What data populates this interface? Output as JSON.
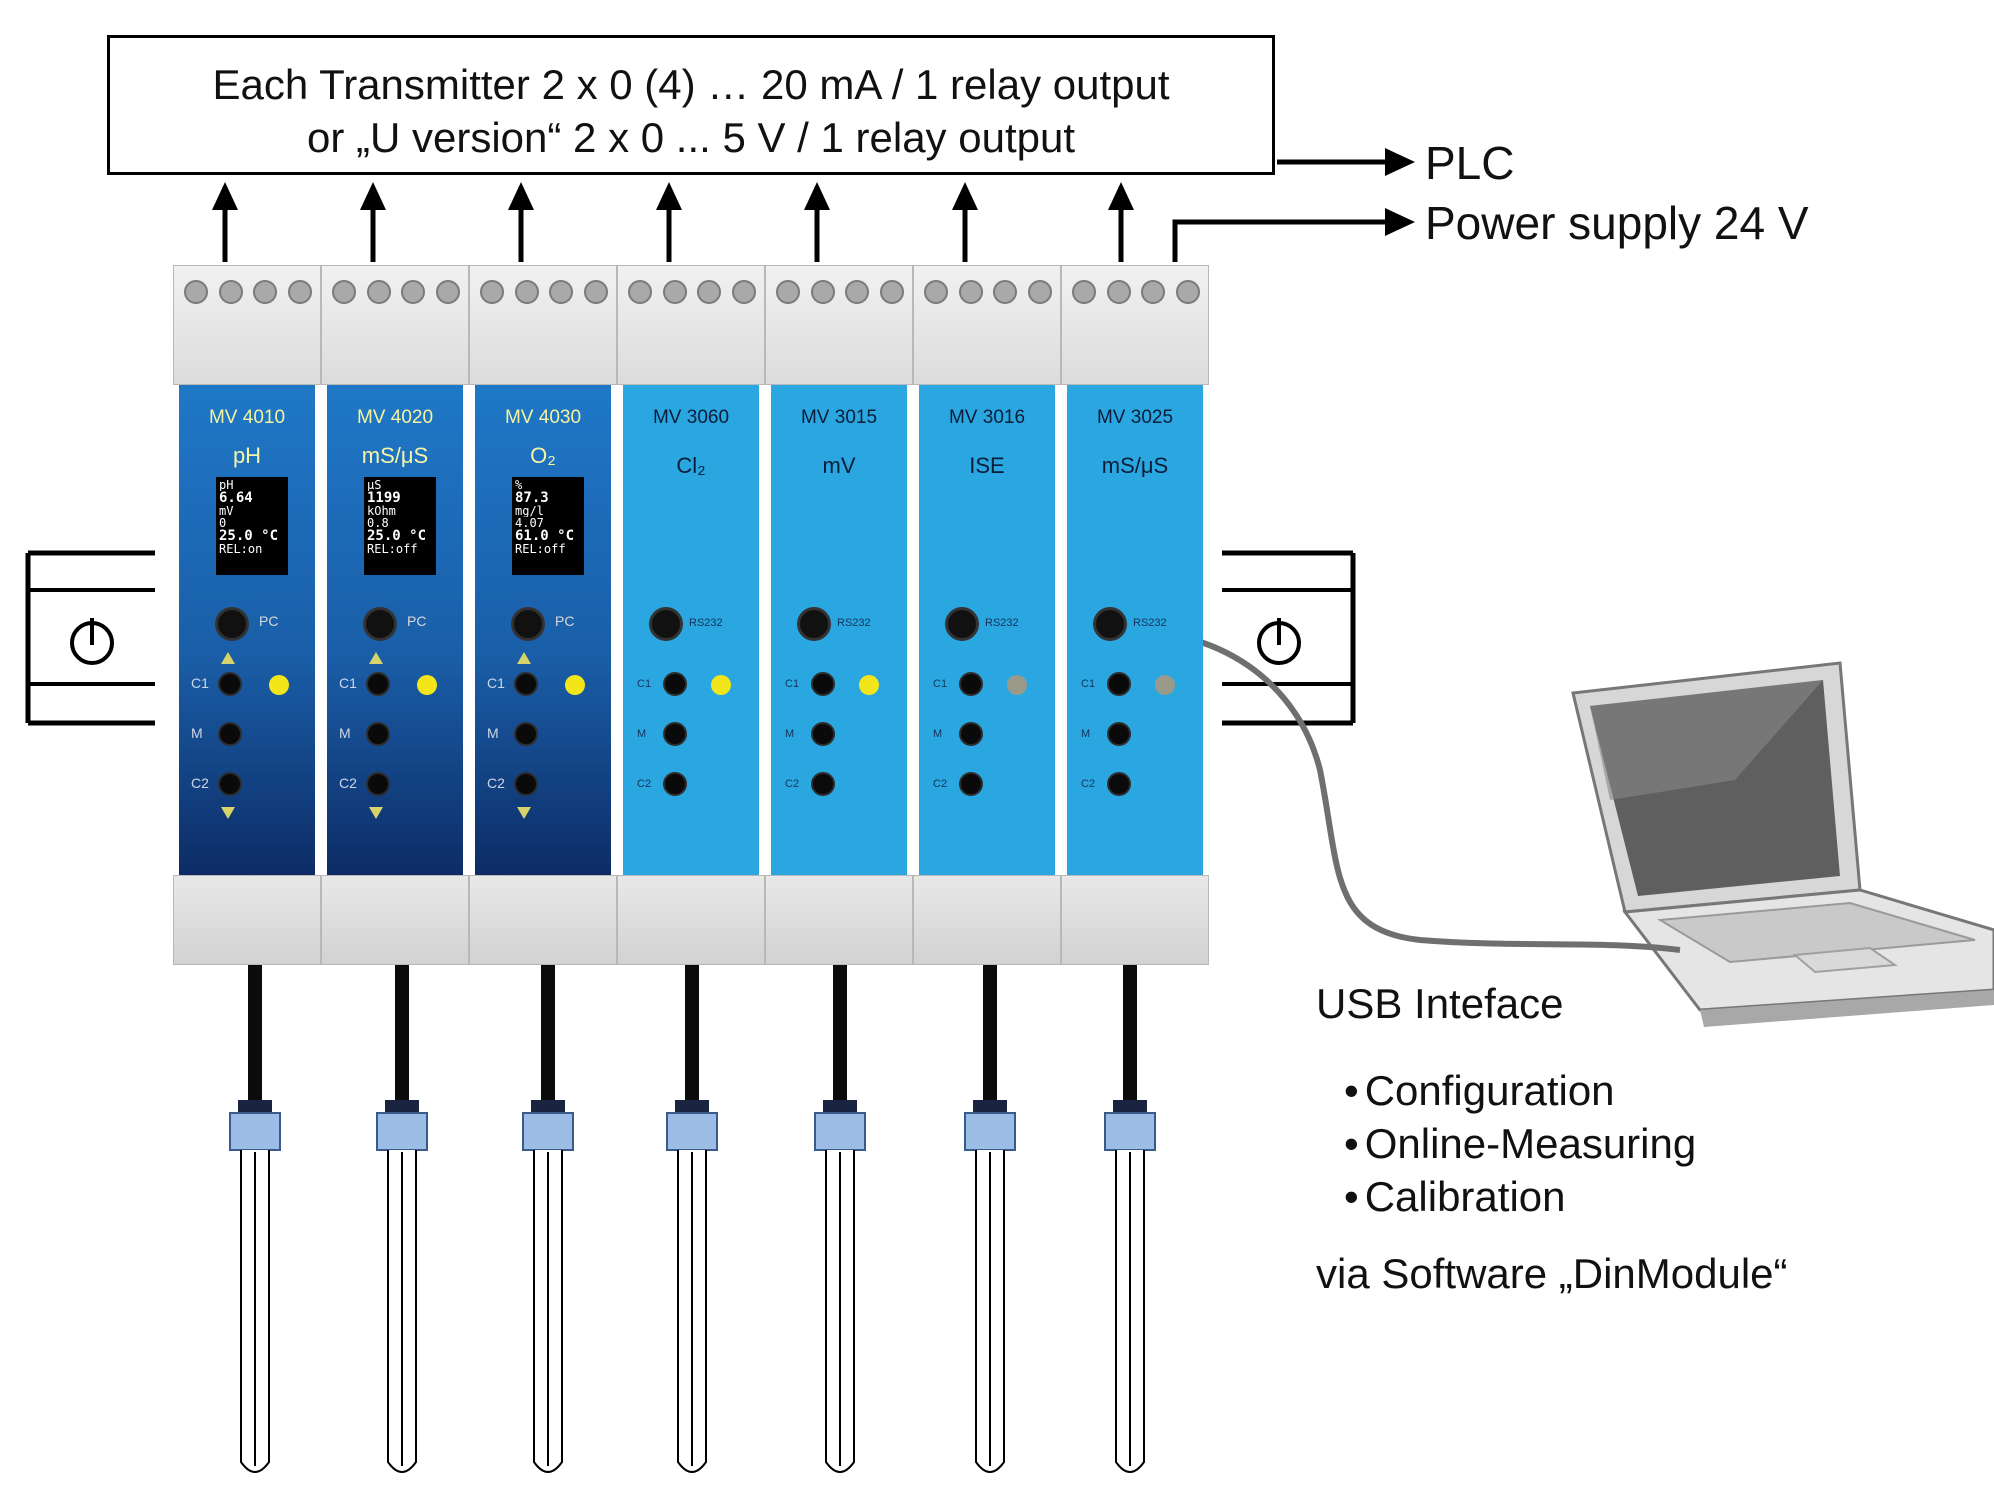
{
  "header": {
    "line1": "Each Transmitter 2 x 0 (4) … 20 mA / 1 relay output",
    "line2": "or „U version“ 2 x 0 ... 5 V / 1 relay output"
  },
  "outputs": {
    "plc": "PLC",
    "power": "Power supply 24 V"
  },
  "usb": {
    "title": "USB Inteface",
    "features": [
      "Configuration",
      "Online-Measuring",
      "Calibration"
    ],
    "software": "via Software „DinModule“"
  },
  "modules": [
    {
      "model": "MV 4010",
      "unit": "pH",
      "style": "dark",
      "pc_label": "PC",
      "screen": [
        "pH",
        "6.64",
        "mV",
        "0",
        "25.0 °C",
        "REL:on"
      ],
      "led": "#f2e61b"
    },
    {
      "model": "MV 4020",
      "unit": "mS/μS",
      "style": "dark",
      "pc_label": "PC",
      "screen": [
        "μS",
        "1199",
        "kOhm",
        "0.8",
        "25.0 °C",
        "REL:off"
      ],
      "led": "#f2e61b"
    },
    {
      "model": "MV 4030",
      "unit": "O₂",
      "style": "dark",
      "pc_label": "PC",
      "screen": [
        "%",
        "87.3",
        "mg/l",
        "4.07",
        "61.0 °C",
        "REL:off"
      ],
      "led": "#f2e61b"
    },
    {
      "model": "MV 3060",
      "unit": "Cl₂",
      "style": "light",
      "pc_label": "RS232",
      "screen": [],
      "led": "#f2e61b"
    },
    {
      "model": "MV 3015",
      "unit": "mV",
      "style": "light",
      "pc_label": "RS232",
      "screen": [],
      "led": "#f2e61b"
    },
    {
      "model": "MV 3016",
      "unit": "ISE",
      "style": "light",
      "pc_label": "RS232",
      "screen": [],
      "led": "#9a9a8a"
    },
    {
      "model": "MV 3025",
      "unit": "mS/μS",
      "style": "light",
      "pc_label": "RS232",
      "screen": [],
      "led": "#9a9a8a"
    }
  ],
  "buttons": {
    "c1": "C1",
    "m": "M",
    "c2": "C2"
  },
  "colors": {
    "face_dark_top": "#1f78c7",
    "face_dark_bottom": "#0d2c66",
    "face_light": "#2aa7e1",
    "sensor_cap": "#9bbde6",
    "cable": "#6f6f6f"
  },
  "icons": {
    "din_rail_clip": "power-symbol-icon",
    "laptop": "laptop-icon"
  }
}
